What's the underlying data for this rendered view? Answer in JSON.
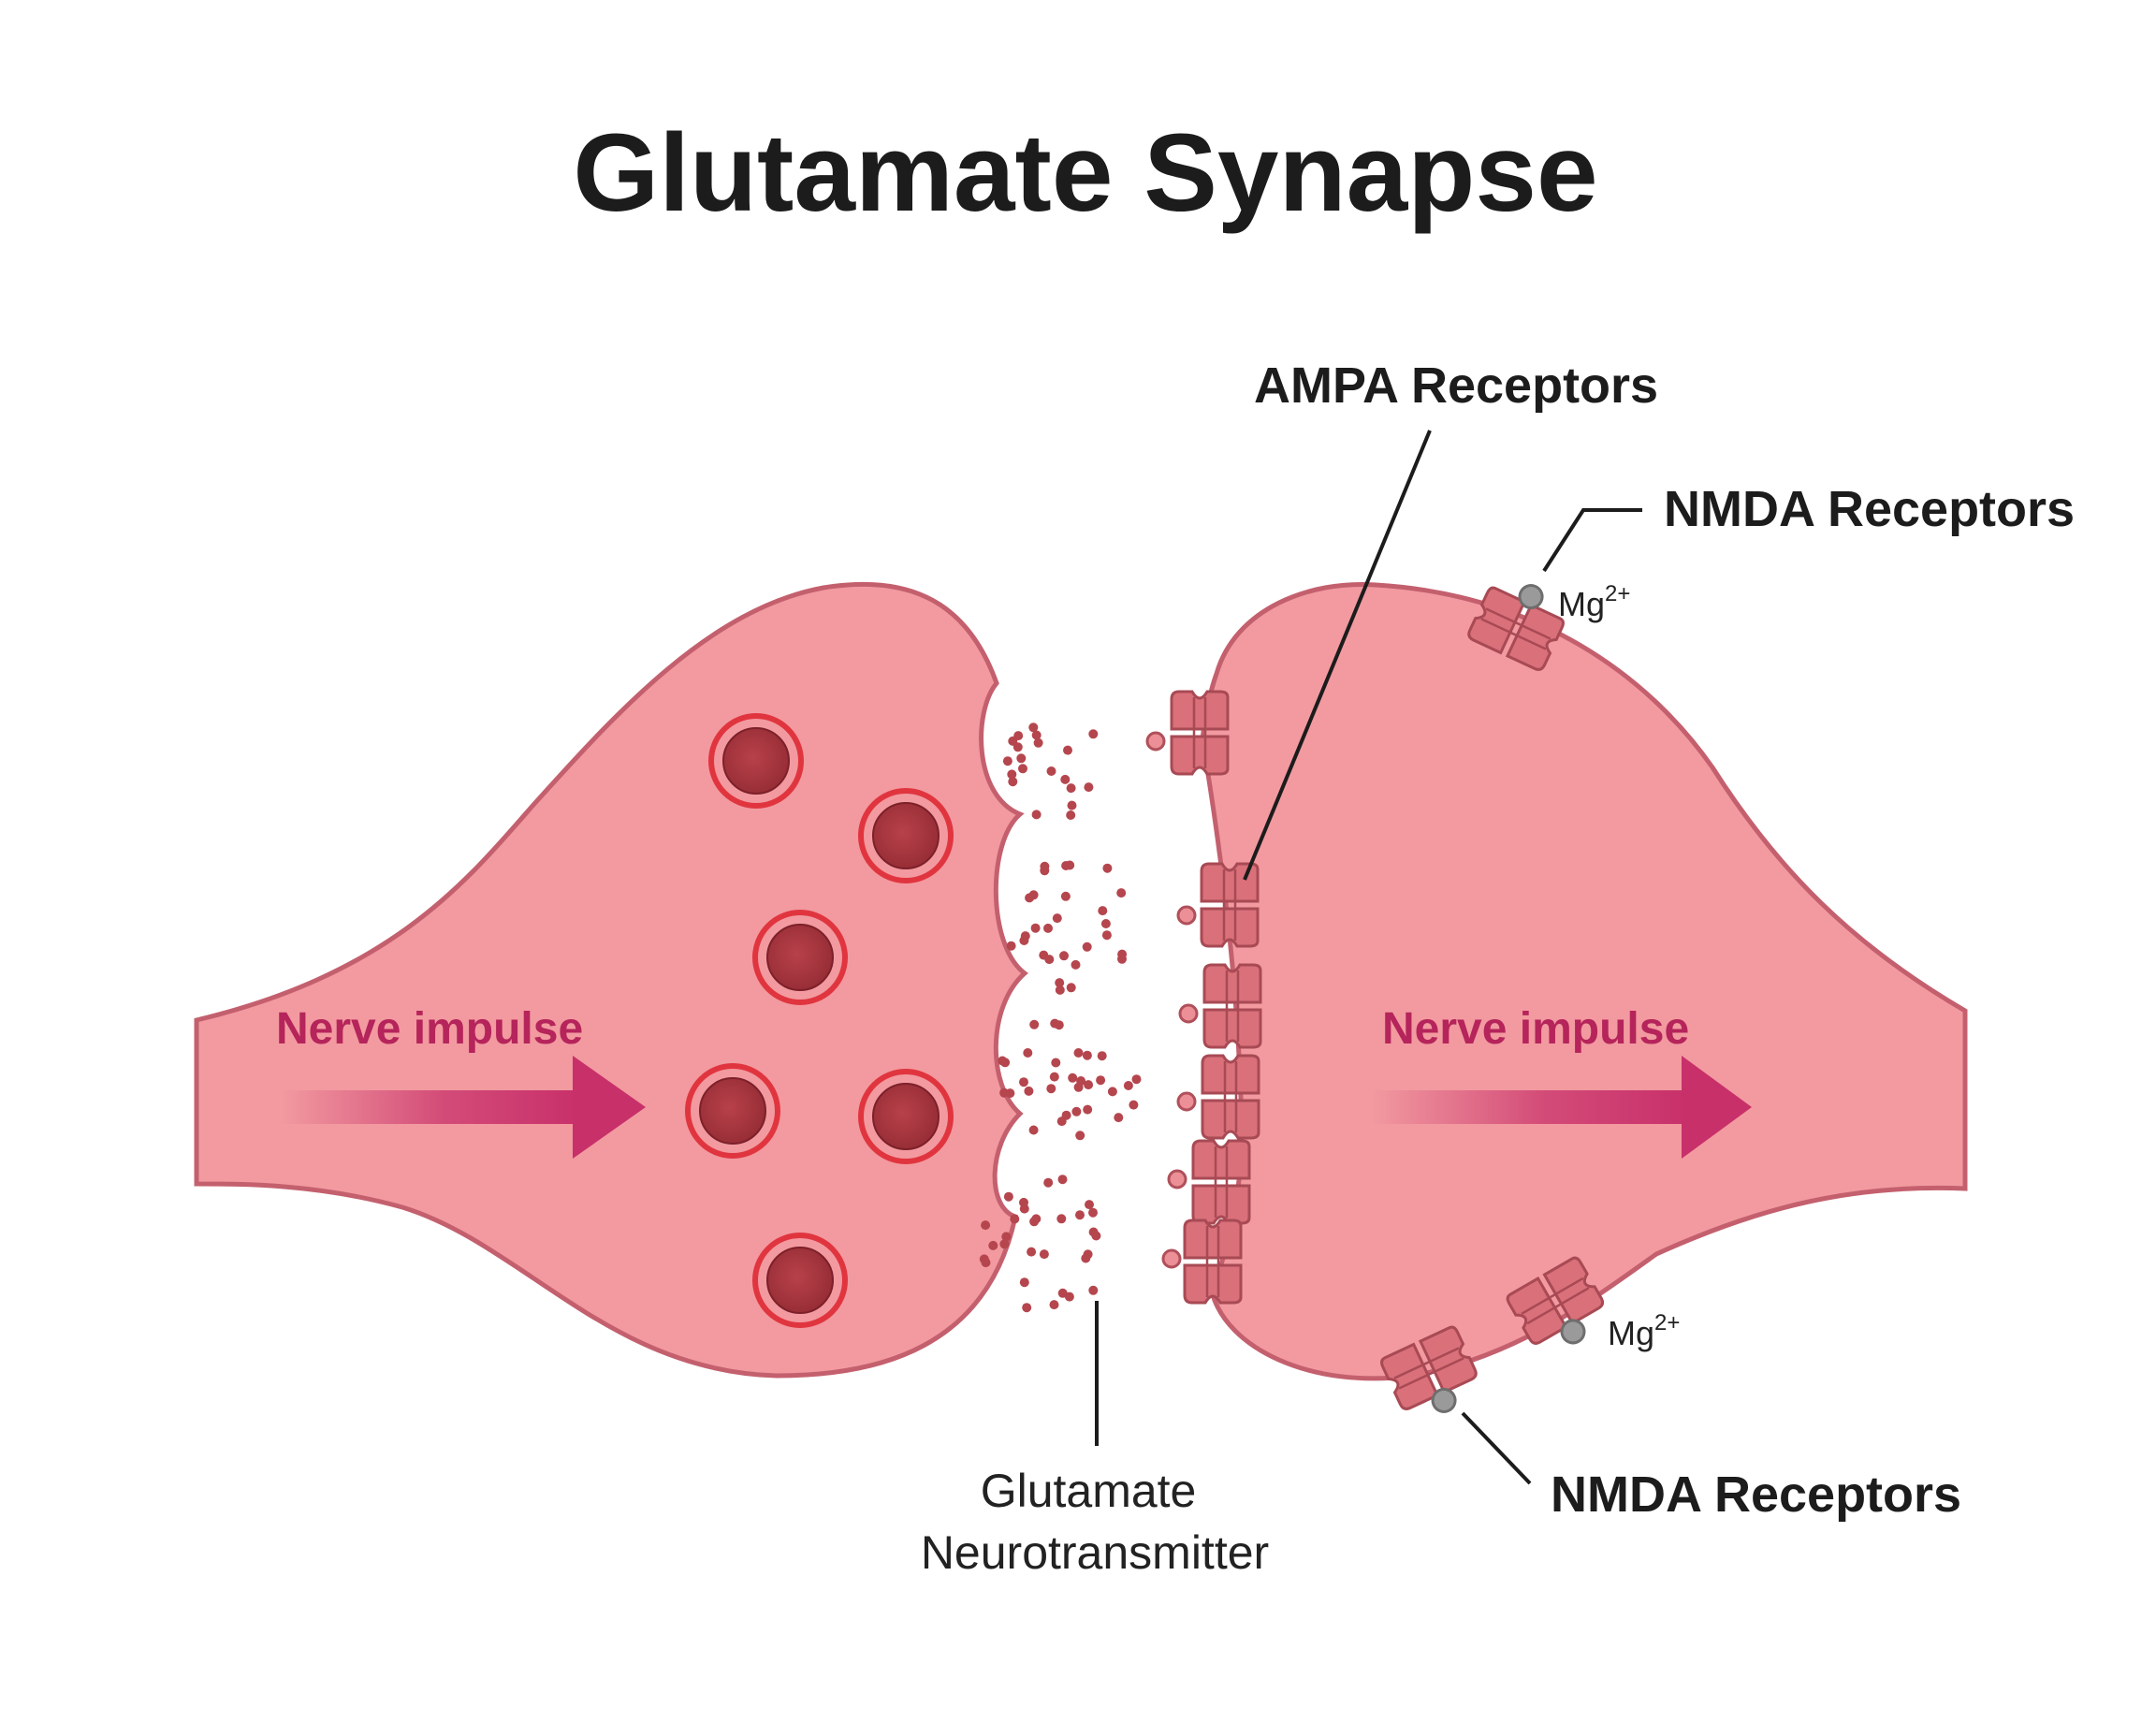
{
  "title": "Glutamate Synapse",
  "labels": {
    "ampa": "AMPA Receptors",
    "nmda_top": "NMDA Receptors",
    "nmda_bottom": "NMDA Receptors",
    "mg_base": "Mg",
    "mg_superscript": "2+",
    "glutamate_line1": "Glutamate",
    "glutamate_line2": "Neurotransmitter",
    "impulse_left": "Nerve impulse",
    "impulse_right": "Nerve impulse"
  },
  "colors": {
    "neuron_fill": "#f29aa0",
    "neuron_stroke": "#c4606e",
    "vesicle_fill": "#a8343e",
    "vesicle_ring": "#e0353f",
    "receptor_fill": "#d9707a",
    "impulse_text": "#b5245a",
    "arrow": "#c8306a",
    "leader_line": "#1c1c1c",
    "mg_ion": "#9a9a9a"
  },
  "icons": {
    "vesicle": "vesicle-icon",
    "receptor": "receptor-icon",
    "mg_ion": "mg-ion-icon",
    "arrow": "arrow-right-icon"
  }
}
